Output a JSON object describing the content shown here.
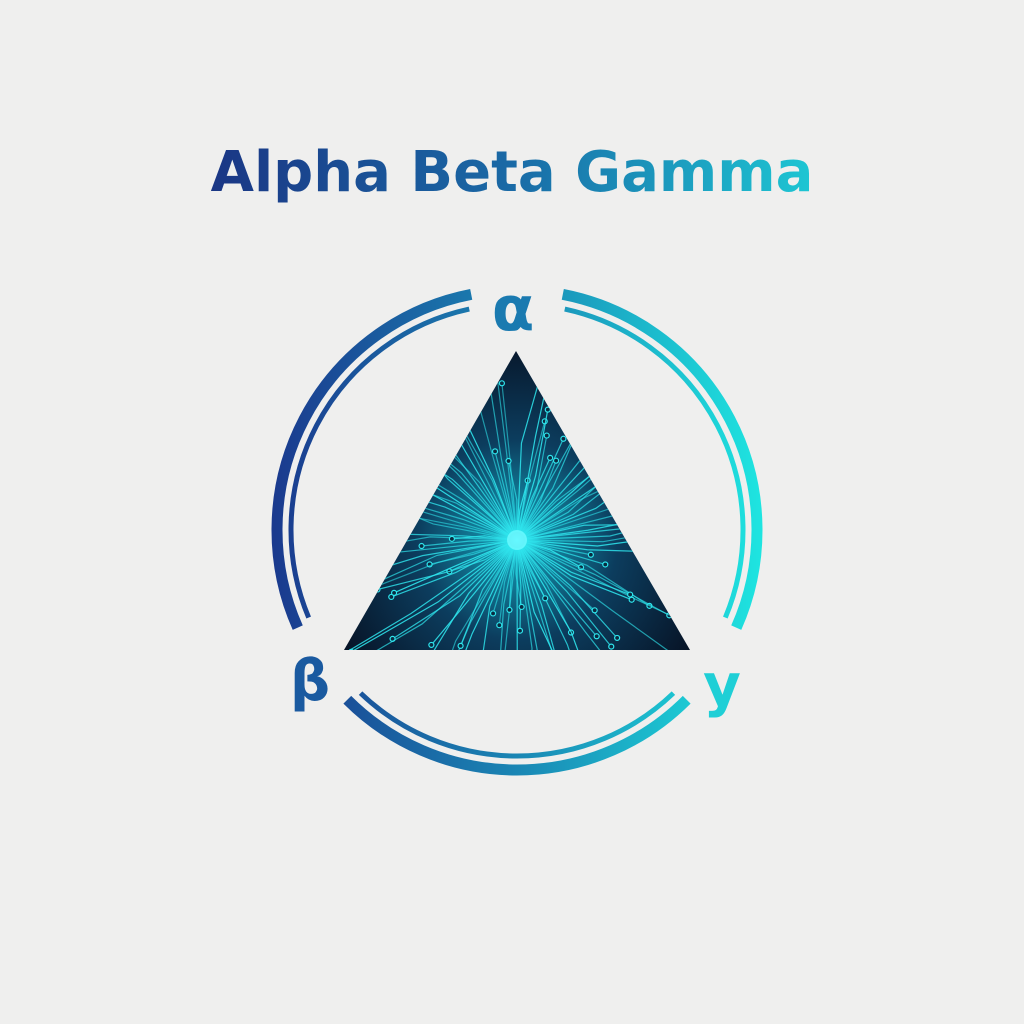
{
  "logo": {
    "title": "Alpha Beta Gamma",
    "symbols": {
      "alpha": "α",
      "beta": "β",
      "gamma": "y"
    },
    "colors": {
      "dark_blue": "#1a2c7e",
      "mid_blue": "#1a6aa6",
      "cyan": "#1ed8dc",
      "triangle_bg": "#0a1a30",
      "circuit": "#2fe6ee",
      "background": "#efefee"
    }
  }
}
